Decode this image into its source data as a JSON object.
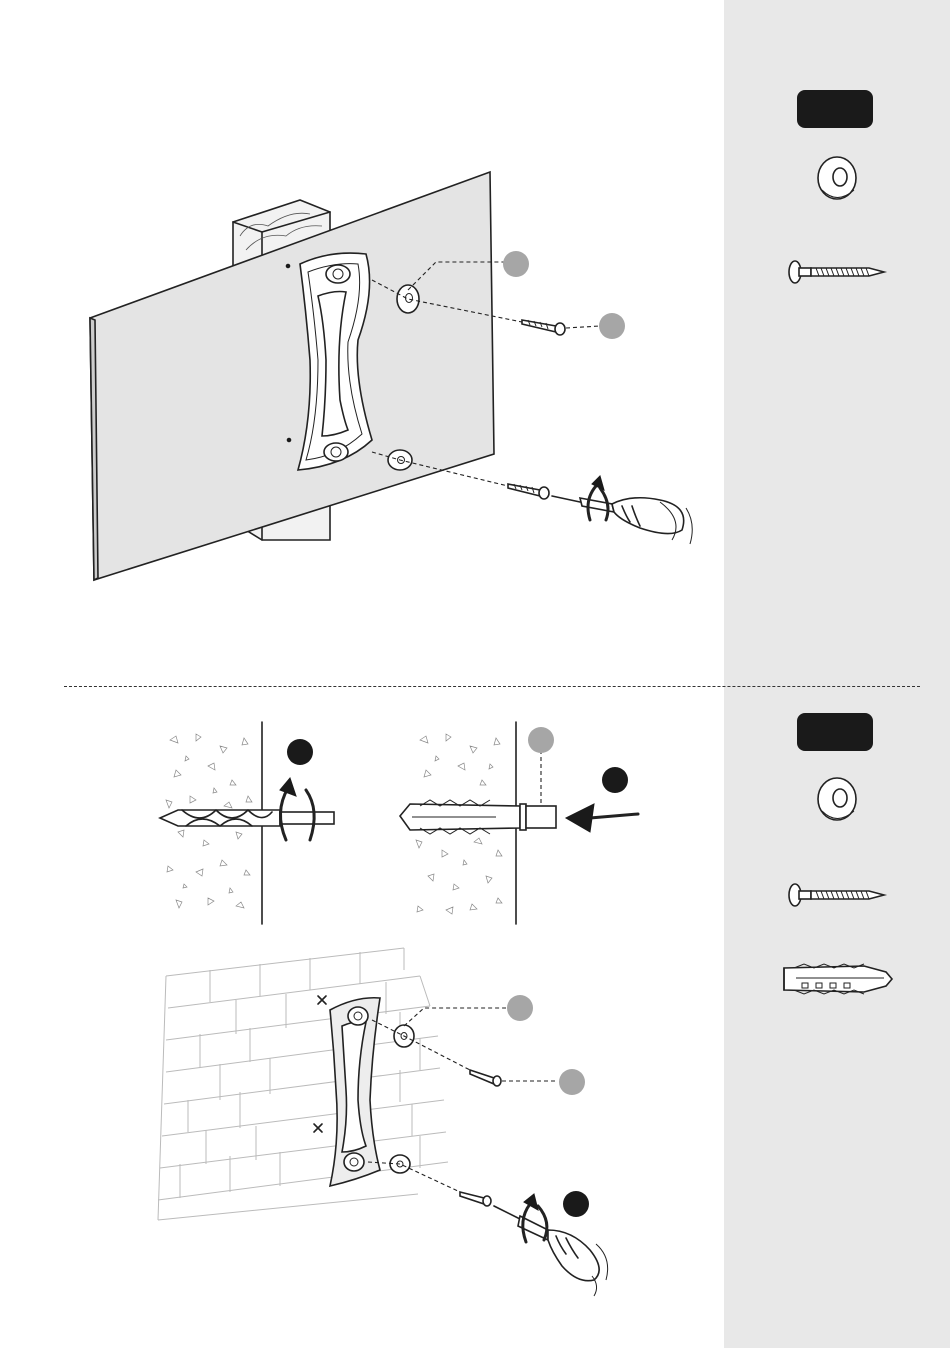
{
  "page": {
    "background": "#ffffff",
    "sidebar_background": "#e8e8e8",
    "badge_color": "#1a1a1a",
    "callout_grey": "#a6a6a6"
  },
  "sidebar": {
    "top_group": {
      "parts": [
        "washer-icon",
        "wood-screw-icon"
      ]
    },
    "bottom_group": {
      "parts": [
        "washer-icon",
        "wood-screw-icon",
        "wall-plug-icon"
      ]
    }
  },
  "step1": {
    "illustration": "tv-panel-on-wooden-post",
    "callouts": 2,
    "tool": "screwdriver-icon"
  },
  "step2": {
    "panels": [
      "drill-into-wall",
      "insert-wall-plug",
      "screw-bracket-to-brick-wall"
    ],
    "callouts": 6,
    "tools": [
      "drill-bit-icon",
      "screwdriver-icon"
    ]
  }
}
